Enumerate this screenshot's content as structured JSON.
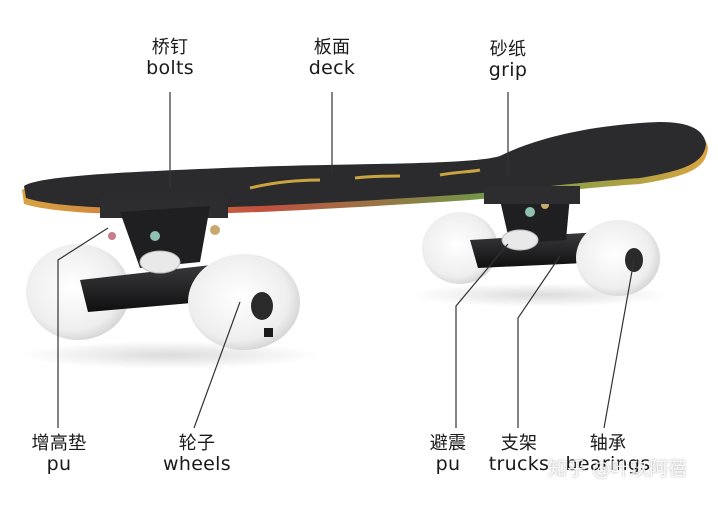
{
  "labels": {
    "bolts": {
      "zh": "桥钉",
      "en": "bolts"
    },
    "deck": {
      "zh": "板面",
      "en": "deck"
    },
    "grip": {
      "zh": "砂纸",
      "en": "grip"
    },
    "pu_riser": {
      "zh": "增高垫",
      "en": "pu"
    },
    "wheels": {
      "zh": "轮子",
      "en": "wheels"
    },
    "pu_bushing": {
      "zh": "避震",
      "en": "pu"
    },
    "trucks": {
      "zh": "支架",
      "en": "trucks"
    },
    "bearings": {
      "zh": "轴承",
      "en": "bearings"
    }
  },
  "watermark": "知乎 @叶玖阿蓓",
  "colors": {
    "grip": "#2b2b2e",
    "truck": "#1c1c1e",
    "wheel": "#f3f3f3",
    "baseplate": "#3a3a3c",
    "line": "#333333"
  }
}
